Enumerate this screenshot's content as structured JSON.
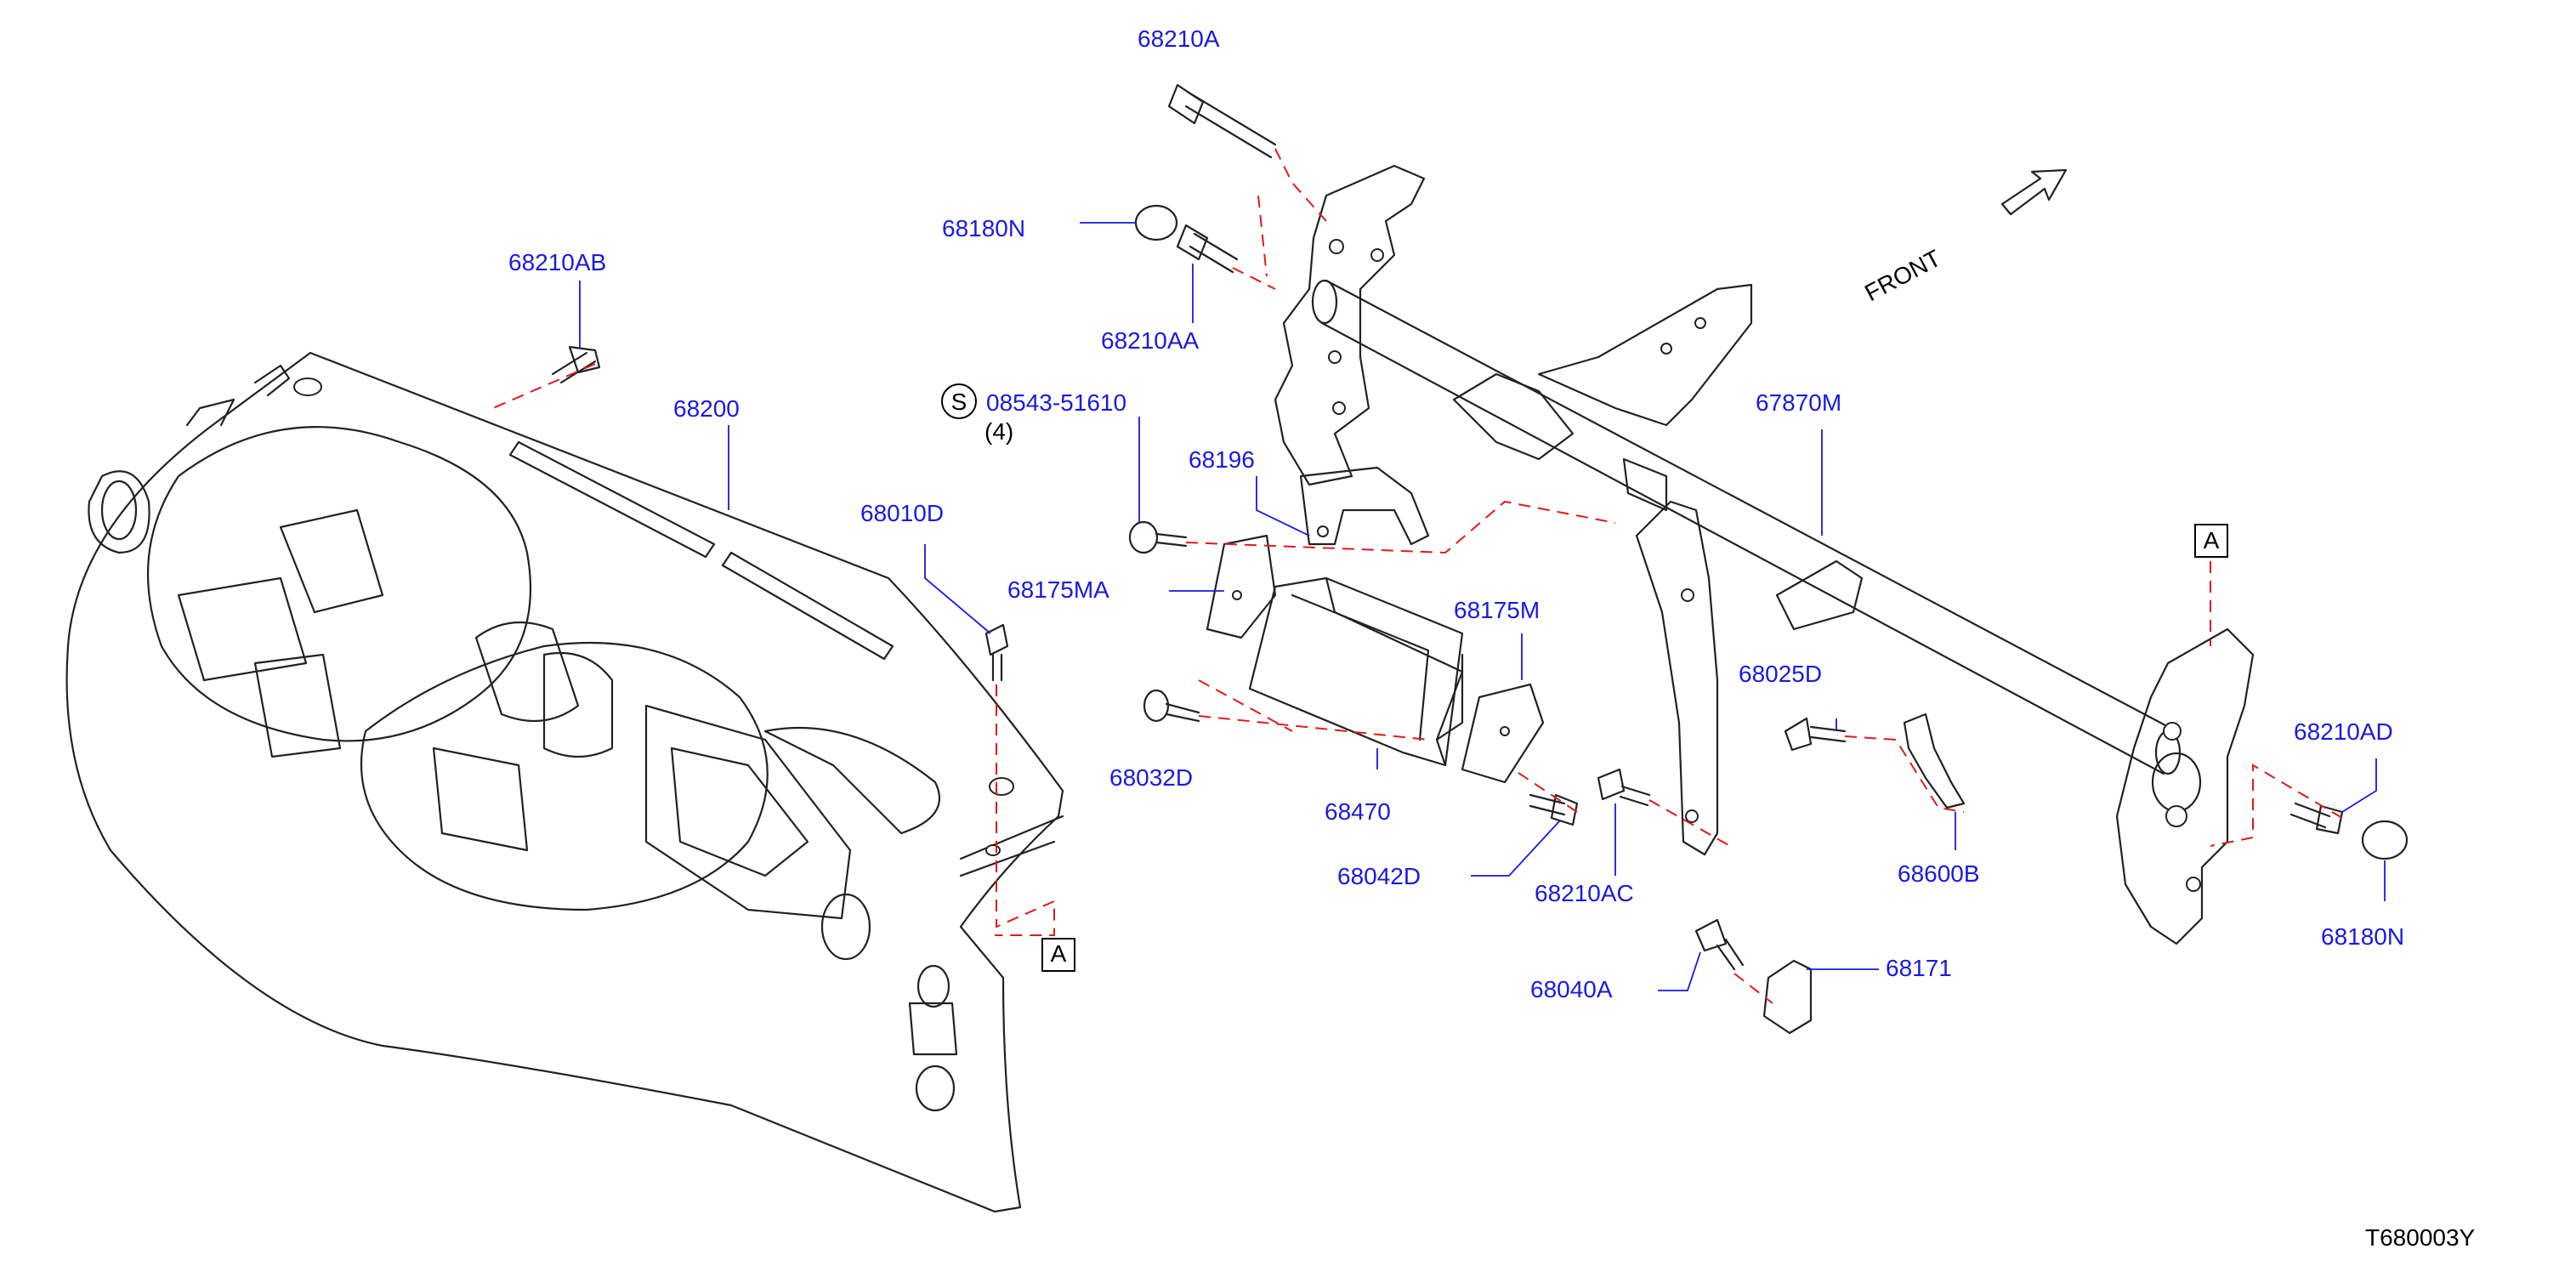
{
  "diagram": {
    "id_code": "T680003Y",
    "front_label": "FRONT",
    "service_symbol": "S",
    "service_qty": "(4)",
    "ref_mark": "A",
    "parts": {
      "p68210A": "68210A",
      "p68180N_top": "68180N",
      "p68210AA": "68210AA",
      "p68210AB": "68210AB",
      "p68200": "68200",
      "p08543": "08543-51610",
      "p68196": "68196",
      "p68010D": "68010D",
      "p68175MA": "68175MA",
      "p68175M": "68175M",
      "p68032D": "68032D",
      "p68470": "68470",
      "p68042D": "68042D",
      "p68210AC": "68210AC",
      "p67870M": "67870M",
      "p68025D": "68025D",
      "p68600B": "68600B",
      "p68210AD": "68210AD",
      "p68180N_right": "68180N",
      "p68040A": "68040A",
      "p68171": "68171"
    },
    "colors": {
      "label": "#1a1adf",
      "leader": "#1a1adf",
      "dashed_guide": "#e01a1a",
      "outline": "#222222"
    }
  }
}
